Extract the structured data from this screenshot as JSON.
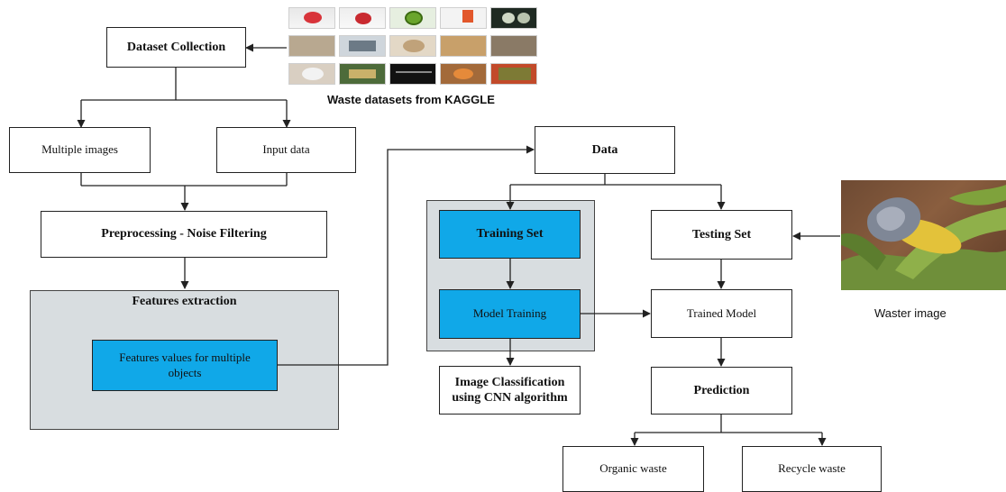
{
  "nodes": {
    "dataset_collection": "Dataset Collection",
    "multiple_images": "Multiple images",
    "input_data": "Input data",
    "preprocessing": "Preprocessing - Noise Filtering",
    "features_extraction": "Features extraction",
    "features_values": "Features values for multiple objects",
    "data": "Data",
    "training_set": "Training Set",
    "model_training": "Model Training",
    "image_classification": "Image Classification using CNN algorithm",
    "testing_set": "Testing Set",
    "trained_model": "Trained Model",
    "prediction": "Prediction",
    "organic_waste": "Organic waste",
    "recycle_waste": "Recycle waste"
  },
  "captions": {
    "kaggle": "Waste datasets from KAGGLE",
    "waster_image": "Waster image"
  },
  "colors": {
    "highlight_blue": "#10a8e8",
    "panel_gray": "#d8dde0",
    "line": "#222222"
  },
  "icons": {
    "dataset_thumbnails": "waste-photo-grid-image",
    "waste_photo": "corn-cob-waste-photo"
  }
}
